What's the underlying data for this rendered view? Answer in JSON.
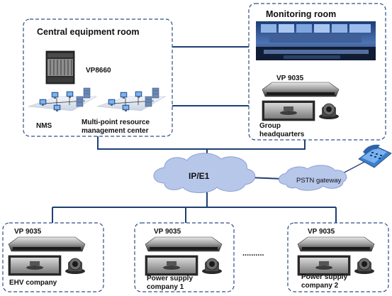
{
  "central_room": {
    "title": "Central equipment room",
    "vp8660_label": "VP8660",
    "nms_label": "NMS",
    "mcu_label_line1": "Multi-point resource",
    "mcu_label_line2": "management center"
  },
  "monitoring_room": {
    "title": "Monitoring room",
    "terminal_label": "VP 9035",
    "site_label_line1": "Group",
    "site_label_line2": "headquarters"
  },
  "network": {
    "ip_cloud_label": "IP/E1",
    "pstn_label": "PSTN gateway"
  },
  "sites": [
    {
      "terminal_label": "VP 9035",
      "name_line1": "EHV company",
      "name_line2": ""
    },
    {
      "terminal_label": "VP 9035",
      "name_line1": "Power supply",
      "name_line2": "company 1"
    },
    {
      "terminal_label": "VP 9035",
      "name_line1": "Power supply",
      "name_line2": "company 2"
    }
  ],
  "ellipsis": "..........",
  "colors": {
    "box_border": "#2c4f86",
    "link_line": "#1f3f73",
    "cloud_fill": "#b7c7ea",
    "cloud_stroke": "#8a9fd4"
  },
  "icons": [
    "server-rack-icon",
    "lan-network-icon",
    "codec-terminal-icon",
    "monitor-display-icon",
    "ptz-camera-icon",
    "telephone-icon",
    "cloud-icon",
    "control-room-photo"
  ]
}
